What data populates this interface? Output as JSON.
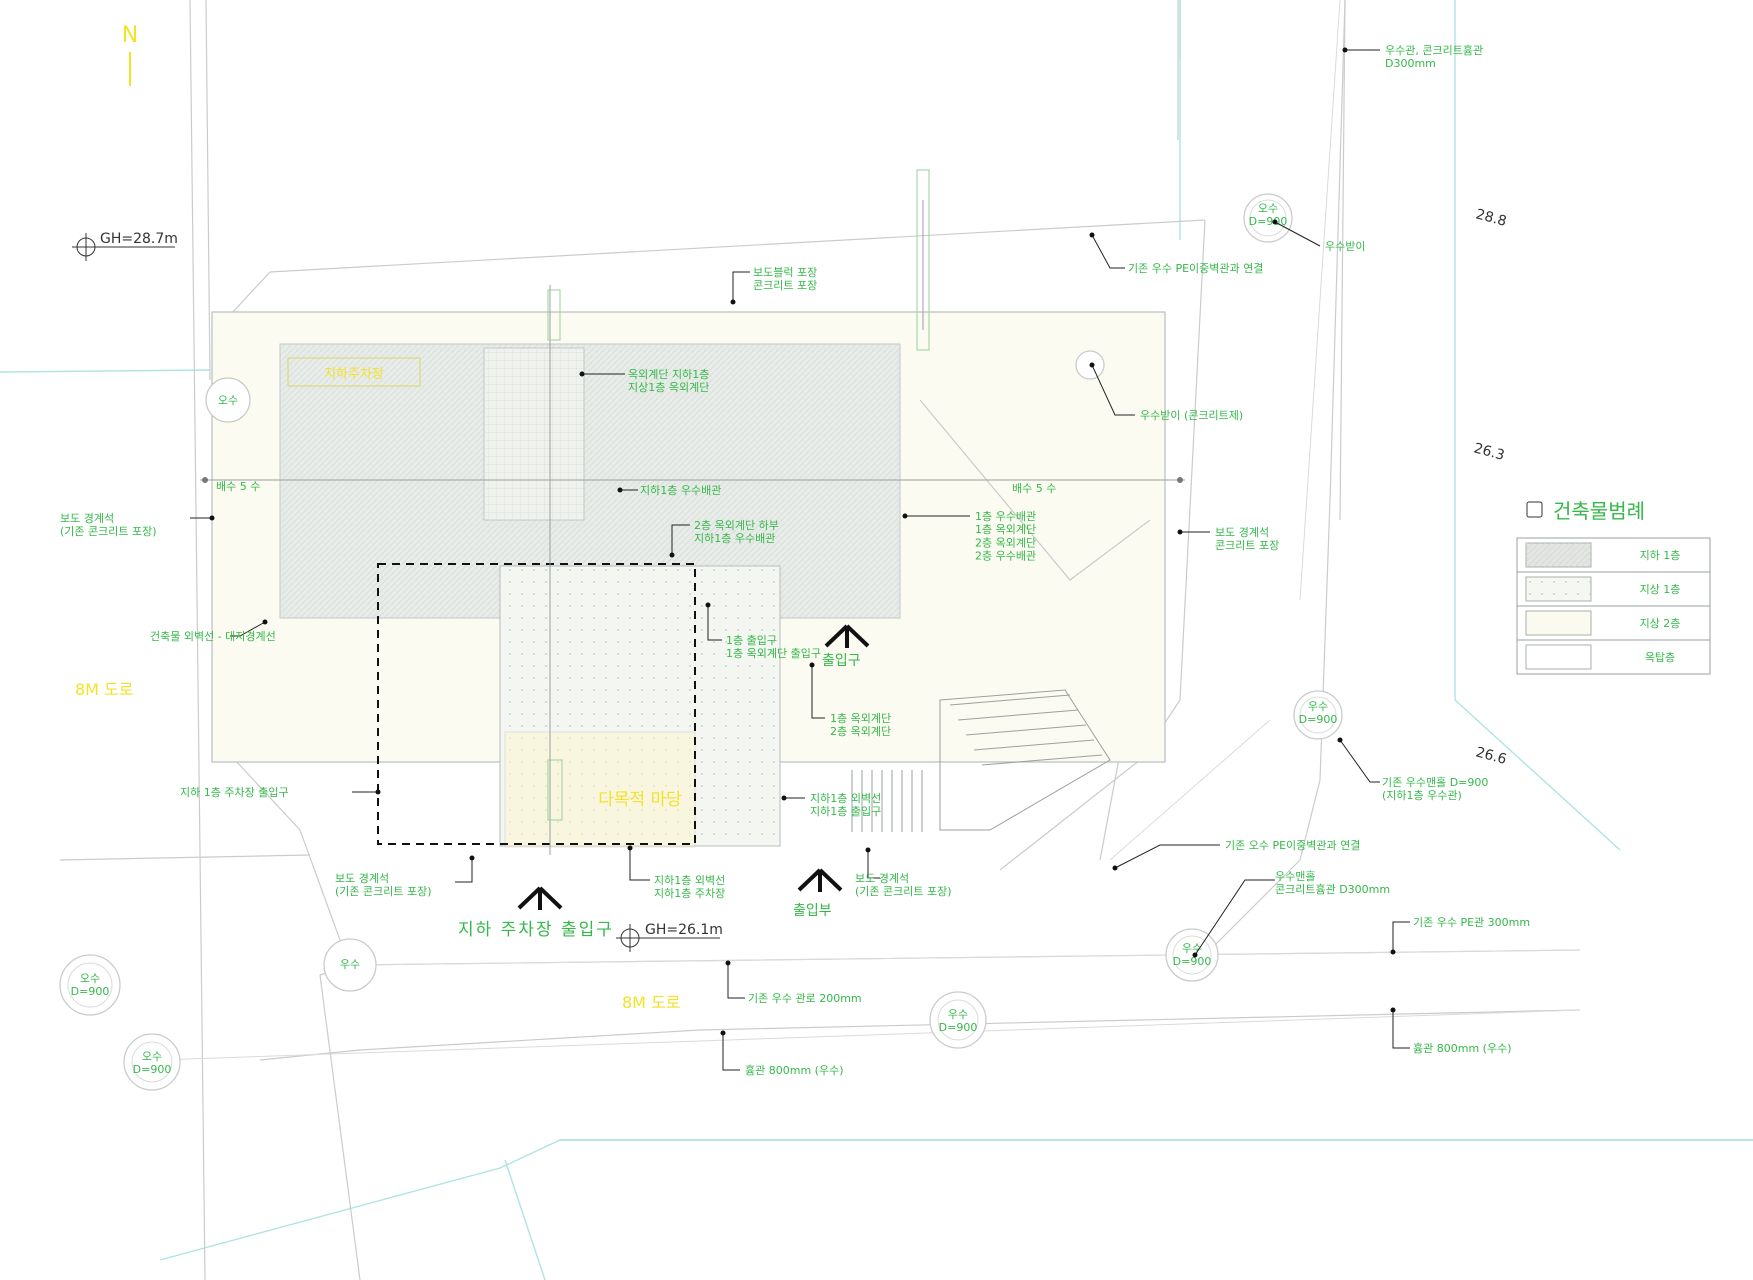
{
  "north": "N",
  "elevations": {
    "gh_top": "GH=28.7m",
    "gh_bottom": "GH=26.1m",
    "contour_1": "28.8",
    "contour_2": "26.3",
    "contour_3": "26.6"
  },
  "entrances": {
    "main": "출입구",
    "side": "출입부",
    "parking": "지하 주차장 출입구"
  },
  "legend": {
    "title": "건축물범례",
    "rows": [
      "지하 1층",
      "지상 1층",
      "지상 2층",
      "옥탑층"
    ]
  },
  "manholes": {
    "m_top_right": "오수\nD=900",
    "m_left": "오수",
    "m_right_mid": "우수\nD=900",
    "m_right_low": "우수\nD=900",
    "m_bottom_left": "오수\nD=900",
    "m_bottom_left2": "우수",
    "m_bottom_mid": "우수\nD=900",
    "m_bottom_left3": "오수\nD=900"
  },
  "roads": {
    "road_west": "8M 도로",
    "road_south": "8M 도로"
  },
  "plan_labels": {
    "bldg_tag": "지하주차장",
    "courtyard": "다목적 마당",
    "drain_west": "배수 5 수",
    "drain_east": "배수 5 수"
  },
  "notes": {
    "n1": "우수관, 콘크리트흄관\nD300mm",
    "n2": "우수받이",
    "n3": "기존 우수 PE이중벽관과 연결",
    "n4": "보도블럭 포장\n콘크리트 포장",
    "n5": "우수받이 (콘크리트제)",
    "n6": "옥외계단 지하1층\n지상1층 옥외계단",
    "n7": "지하1층 우수배관",
    "n8": "2층 옥외계단 하부\n지하1층 우수배관",
    "n9": "1층 우수배관\n1층 옥외계단\n2층 옥외계단\n2층 우수배관",
    "n10": "보도 경계석\n(기존 콘크리트 포장)",
    "n11": "보도 경계석\n콘크리트 포장",
    "n12": "건축물 외벽선 - 대지경계선",
    "n13": "1층 출입구\n1층 옥외계단 출입구",
    "n14": "1층 옥외계단\n2층 옥외계단",
    "n15": "지하 1층 주차장 출입구",
    "n16": "지하1층 외벽선\n지하1층 출입구",
    "n17": "지하1층 외벽선\n지하1층 주차장",
    "n18": "보도 경계석\n(기존 콘크리트 포장)",
    "n19": "보도 경계석\n(기존 콘크리트 포장)",
    "n20": "기존 우수맨홀 D=900\n(지하1층 우수관)",
    "n21": "기존 오수 PE이중벽관과 연결",
    "n22": "우수맨홀\n콘크리트흄관 D300mm",
    "n23": "기존 우수 PE관 300mm",
    "n24": "기존 우수 관로 200mm",
    "n25": "흄관 800mm (우수)",
    "n26": "흄관 800mm (우수)"
  }
}
